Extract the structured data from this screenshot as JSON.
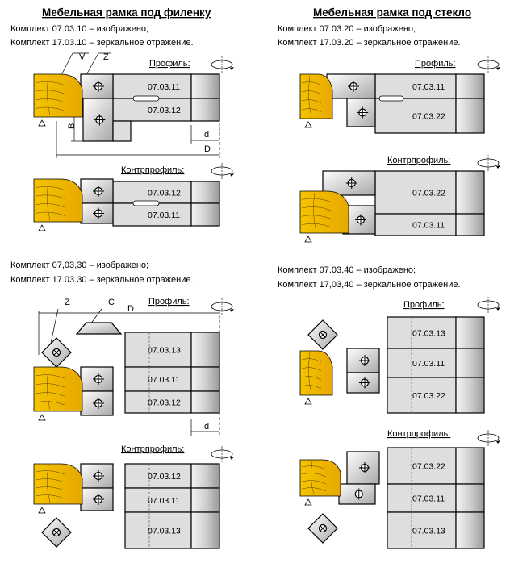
{
  "panels": [
    {
      "id": "a",
      "title": "Мебельная рамка под филенку",
      "kits": [
        "Комплект  07.03.10 – изображено;",
        "Комплект  17.03.10 – зеркальное отражение."
      ],
      "profile_label": "Профиль:",
      "counterprofile_label": "Контрпрофиль:",
      "profile_cutters": [
        "07.03.11",
        "07.03.12"
      ],
      "counter_cutters": [
        "07.03.12",
        "07.03.11"
      ],
      "dims": {
        "v": "V",
        "z": "Z",
        "b": "B",
        "d": "d",
        "D": "D"
      }
    },
    {
      "id": "b",
      "title": "Мебельная рамка под стекло",
      "kits": [
        "Комплект  07.03.20 – изображено;",
        "Комплект  17.03.20 – зеркальное отражение."
      ],
      "profile_label": "Профиль:",
      "counterprofile_label": "Контрпрофиль:",
      "profile_cutters": [
        "07.03.11",
        "07.03.22"
      ],
      "counter_cutters": [
        "07.03.22",
        "07.03.11"
      ]
    },
    {
      "id": "c",
      "kits": [
        "Комплект  07,03,30 – изображено;",
        "Комплект  17.03.30 – зеркальное отражение."
      ],
      "profile_label": "Профиль:",
      "counterprofile_label": "Контрпрофиль:",
      "profile_cutters": [
        "07.03.13",
        "07.03.11",
        "07.03.12"
      ],
      "counter_cutters": [
        "07.03.12",
        "07.03.11",
        "07.03.13"
      ],
      "dims": {
        "z": "Z",
        "c": "C",
        "D": "D",
        "d": "d"
      }
    },
    {
      "id": "d",
      "kits": [
        "Комплект  07.03.40 – изображено;",
        "Комплект  17,03,40 – зеркальное отражение."
      ],
      "profile_label": "Профиль:",
      "counterprofile_label": "Контрпрофиль:",
      "profile_cutters": [
        "07.03.13",
        "07.03.11",
        "07.03.22"
      ],
      "counter_cutters": [
        "07.03.22",
        "07.03.11",
        "07.03.13"
      ]
    }
  ]
}
